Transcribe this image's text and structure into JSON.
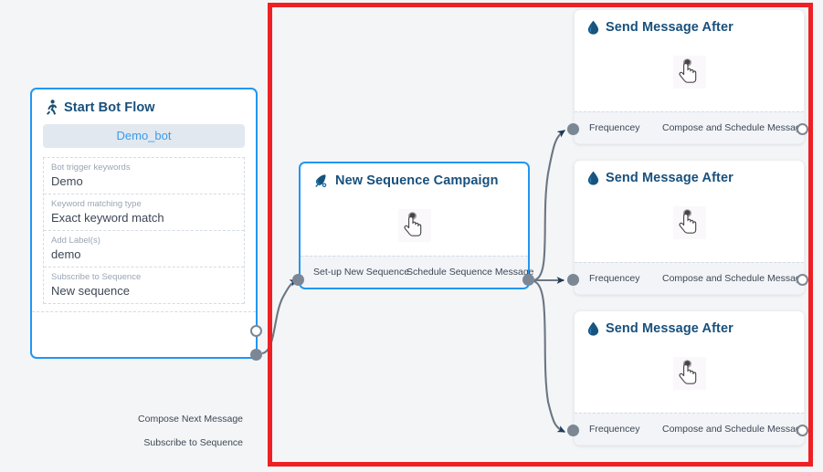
{
  "canvas": {
    "background": "#f4f5f7",
    "highlight_color": "#ee2024"
  },
  "nodes": {
    "start_bot_flow": {
      "title": "Start Bot Flow",
      "icon": "running-person-icon",
      "bot_pill": "Demo_bot",
      "fields": [
        {
          "label": "Bot trigger keywords",
          "value": "Demo"
        },
        {
          "label": "Keyword matching type",
          "value": "Exact keyword match"
        },
        {
          "label": "Add Label(s)",
          "value": "demo"
        },
        {
          "label": "Subscribe to Sequence",
          "value": "New sequence"
        }
      ],
      "ports": [
        {
          "label": "Compose Next Message",
          "style": "hollow"
        },
        {
          "label": "Subscribe to Sequence",
          "style": "filled"
        }
      ]
    },
    "new_sequence_campaign": {
      "title": "New Sequence Campaign",
      "icon": "megaphone-icon",
      "body_icon": "pointing-hand-cursor",
      "in_port_label": "Set-up New Sequence",
      "out_port_label": "Schedule Sequence Message"
    },
    "send_message_cards": [
      {
        "title": "Send Message After",
        "icon": "water-drop-icon",
        "body_icon": "pointing-hand-cursor",
        "in_port_label": "Frequencey",
        "out_port_label": "Compose and Schedule Message"
      },
      {
        "title": "Send Message After",
        "icon": "water-drop-icon",
        "body_icon": "pointing-hand-cursor",
        "in_port_label": "Frequencey",
        "out_port_label": "Compose and Schedule Message"
      },
      {
        "title": "Send Message After",
        "icon": "water-drop-icon",
        "body_icon": "pointing-hand-cursor",
        "in_port_label": "Frequencey",
        "out_port_label": "Compose and Schedule Message"
      }
    ]
  }
}
